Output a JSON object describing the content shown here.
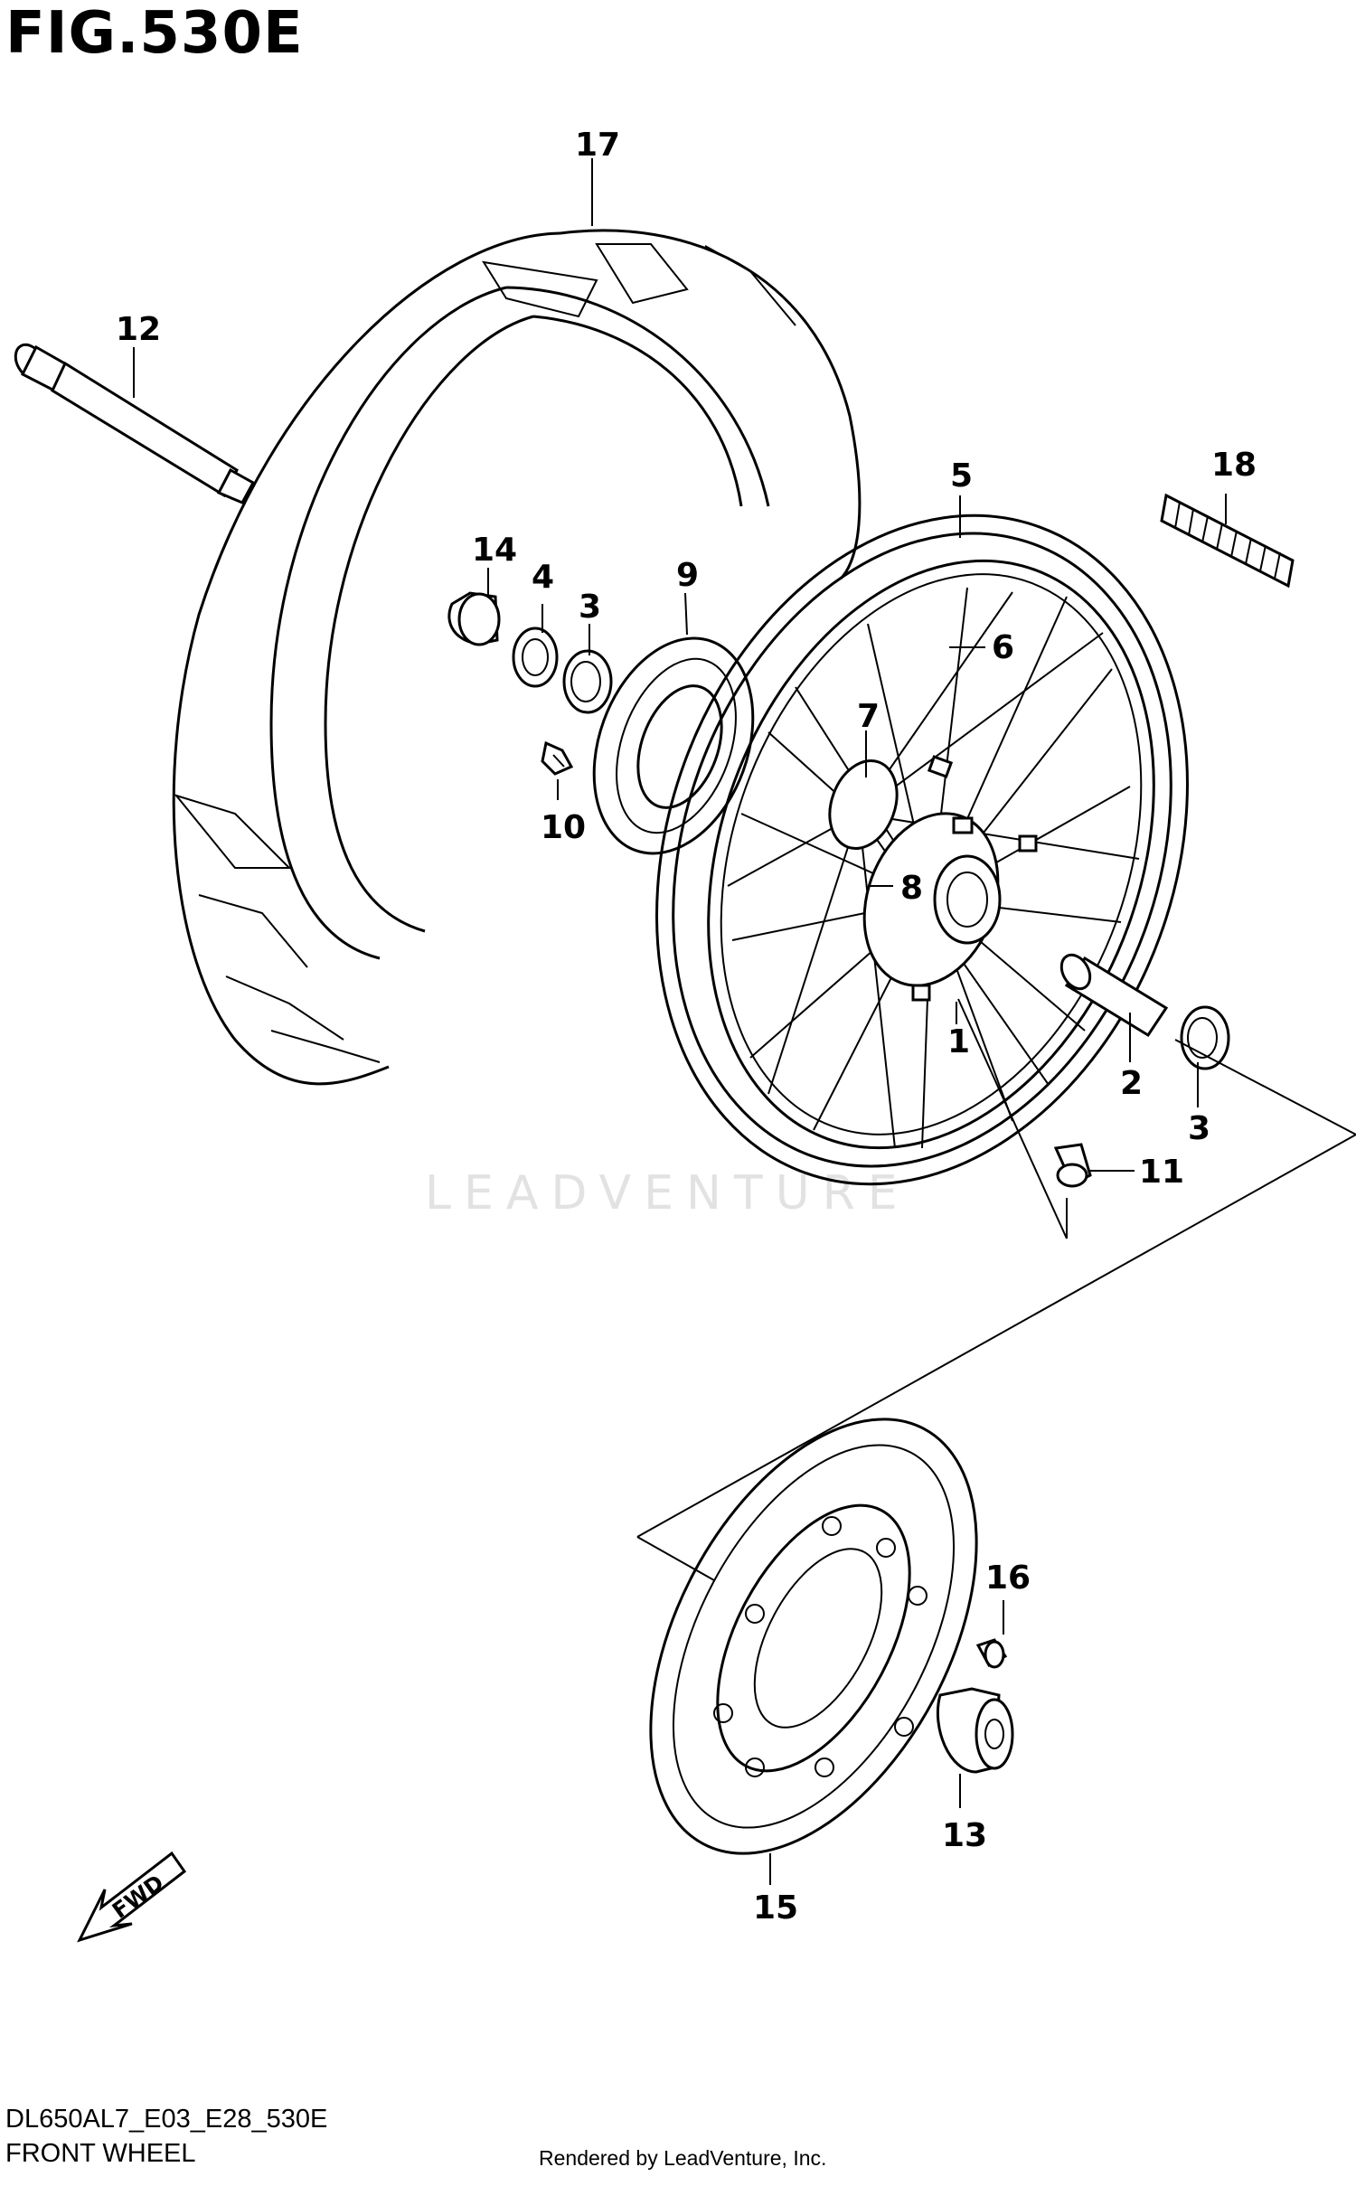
{
  "figure": {
    "title": "FIG.530E",
    "code": "DL650AL7_E03_E28_530E",
    "name": "FRONT WHEEL",
    "rendered_by": "Rendered by LeadVenture, Inc.",
    "watermark": "LEADVENTURE",
    "fwd_label": "FWD"
  },
  "callouts": [
    "1",
    "2",
    "3",
    "3",
    "4",
    "5",
    "6",
    "7",
    "8",
    "9",
    "10",
    "11",
    "12",
    "13",
    "14",
    "15",
    "16",
    "17",
    "18"
  ]
}
